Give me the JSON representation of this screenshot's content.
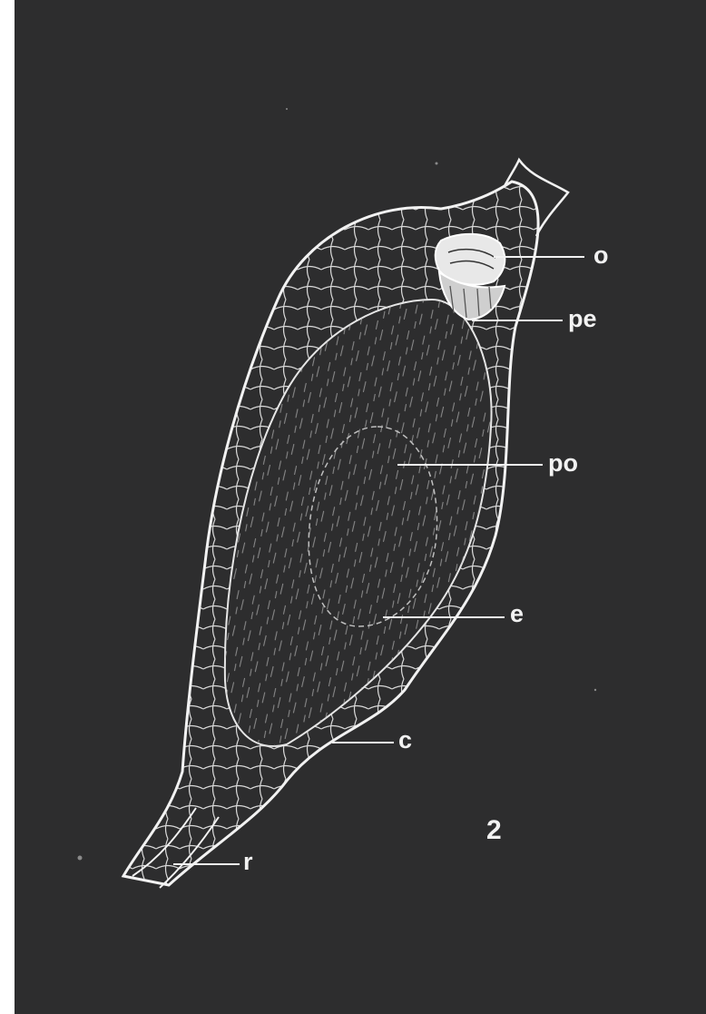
{
  "figure": {
    "number": "2",
    "background_color": "#2d2d2e",
    "line_color": "#f2f2f2",
    "labels": [
      {
        "id": "o",
        "text": "o"
      },
      {
        "id": "pe",
        "text": "pe"
      },
      {
        "id": "po",
        "text": "po"
      },
      {
        "id": "e",
        "text": "e"
      },
      {
        "id": "c",
        "text": "c"
      },
      {
        "id": "r",
        "text": "r"
      }
    ]
  }
}
